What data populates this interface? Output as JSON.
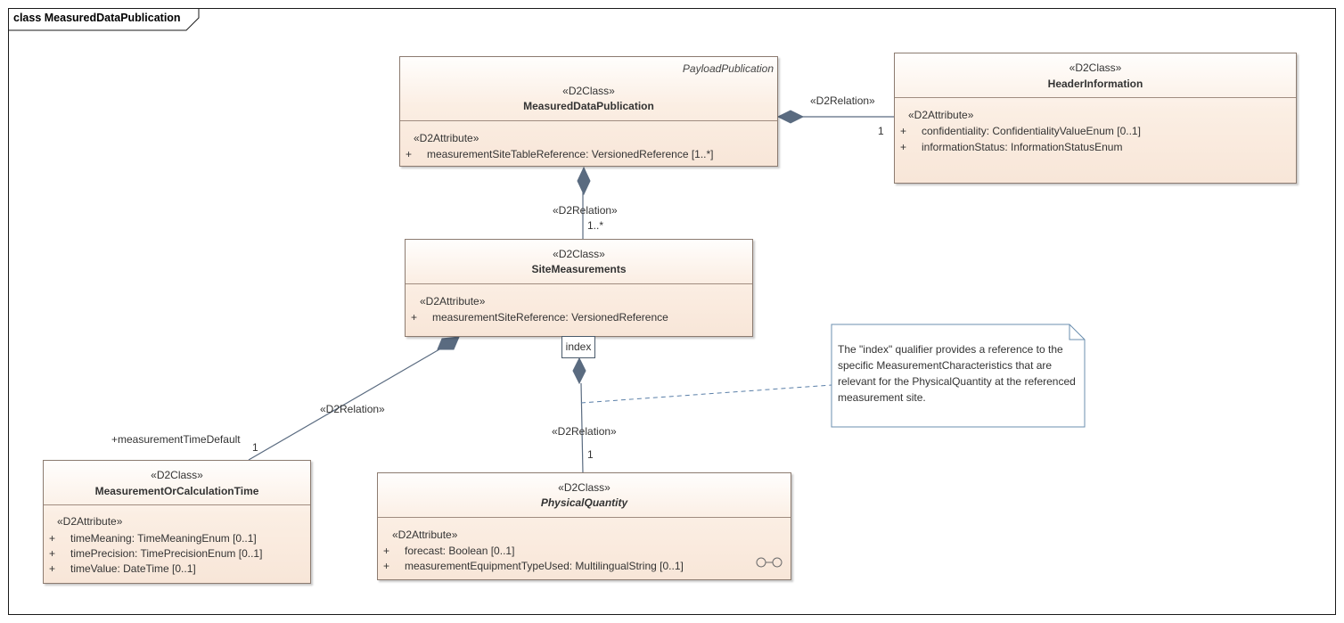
{
  "frame": {
    "title": "class MeasuredDataPublication"
  },
  "classes": {
    "measured_data_publication": {
      "parent": "PayloadPublication",
      "stereotype": "«D2Class»",
      "name": "MeasuredDataPublication",
      "attr_stereotype": "«D2Attribute»",
      "attributes": [
        {
          "vis": "+",
          "text": "measurementSiteTableReference: VersionedReference [1..*]"
        }
      ]
    },
    "header_information": {
      "stereotype": "«D2Class»",
      "name": "HeaderInformation",
      "attr_stereotype": "«D2Attribute»",
      "attributes": [
        {
          "vis": "+",
          "text": "confidentiality: ConfidentialityValueEnum [0..1]"
        },
        {
          "vis": "+",
          "text": "informationStatus: InformationStatusEnum"
        }
      ]
    },
    "site_measurements": {
      "stereotype": "«D2Class»",
      "name": "SiteMeasurements",
      "attr_stereotype": "«D2Attribute»",
      "attributes": [
        {
          "vis": "+",
          "text": "measurementSiteReference: VersionedReference"
        }
      ]
    },
    "measurement_or_calculation_time": {
      "stereotype": "«D2Class»",
      "name": "MeasurementOrCalculationTime",
      "attr_stereotype": "«D2Attribute»",
      "attributes": [
        {
          "vis": "+",
          "text": "timeMeaning: TimeMeaningEnum [0..1]"
        },
        {
          "vis": "+",
          "text": "timePrecision: TimePrecisionEnum [0..1]"
        },
        {
          "vis": "+",
          "text": "timeValue: DateTime [0..1]"
        }
      ]
    },
    "physical_quantity": {
      "stereotype": "«D2Class»",
      "name": "PhysicalQuantity",
      "attr_stereotype": "«D2Attribute»",
      "attributes": [
        {
          "vis": "+",
          "text": "forecast: Boolean [0..1]"
        },
        {
          "vis": "+",
          "text": "measurementEquipmentTypeUsed: MultilingualString [0..1]"
        }
      ]
    }
  },
  "relations": {
    "header": {
      "stereotype": "«D2Relation»",
      "multiplicity": "1"
    },
    "site": {
      "stereotype": "«D2Relation»",
      "multiplicity": "1..*"
    },
    "time": {
      "stereotype": "«D2Relation»",
      "role": "+measurementTimeDefault",
      "multiplicity": "1"
    },
    "quantity": {
      "stereotype": "«D2Relation»",
      "multiplicity": "1",
      "qualifier": "index"
    }
  },
  "note": {
    "text": "The \"index\" qualifier provides a reference to the specific MeasurementCharacteristics that are relevant for the PhysicalQuantity at the referenced measurement site."
  },
  "colors": {
    "class_border": "#8c7b70",
    "class_fill": "#f8e6d8",
    "line": "#5a6b80",
    "note_border": "#6b8faf"
  }
}
